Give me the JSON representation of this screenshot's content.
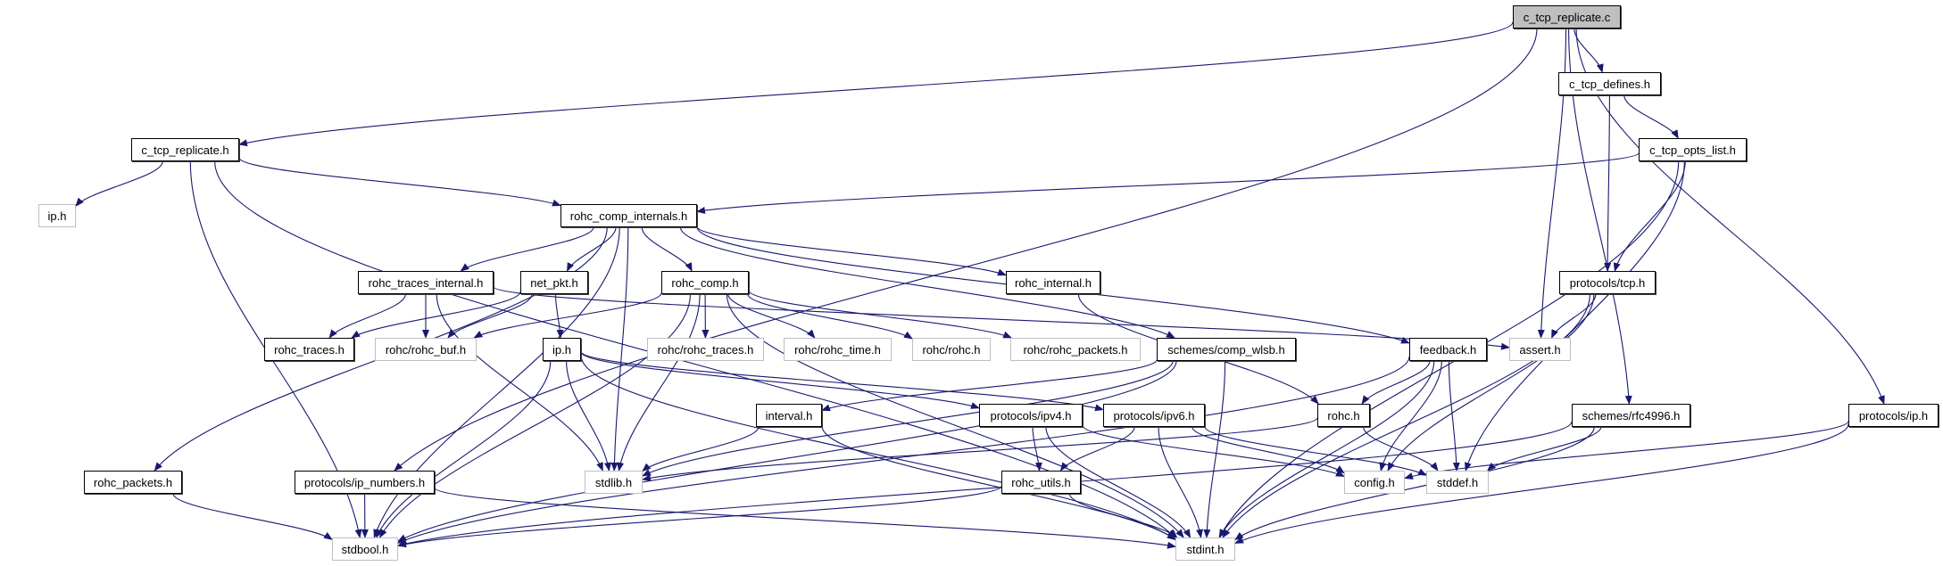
{
  "title": "c_tcp_replicate.c",
  "colors": {
    "edge": "#191970",
    "root_fill": "#bfbfbf",
    "node_border": "#000000",
    "external_border": "#bfbfbf"
  },
  "nodes": [
    {
      "id": "c_tcp_replicate_c",
      "label": "c_tcp_replicate.c",
      "kind": "root"
    },
    {
      "id": "c_tcp_defines_h",
      "label": "c_tcp_defines.h",
      "kind": "documented"
    },
    {
      "id": "c_tcp_replicate_h",
      "label": "c_tcp_replicate.h",
      "kind": "documented"
    },
    {
      "id": "c_tcp_opts_list_h",
      "label": "c_tcp_opts_list.h",
      "kind": "documented"
    },
    {
      "id": "ip_h_ext",
      "label": "ip.h",
      "kind": "external"
    },
    {
      "id": "rohc_comp_internals_h",
      "label": "rohc_comp_internals.h",
      "kind": "documented"
    },
    {
      "id": "protocols_tcp_h",
      "label": "protocols/tcp.h",
      "kind": "documented"
    },
    {
      "id": "rohc_traces_internal_h",
      "label": "rohc_traces_internal.h",
      "kind": "documented"
    },
    {
      "id": "net_pkt_h",
      "label": "net_pkt.h",
      "kind": "documented"
    },
    {
      "id": "rohc_comp_h",
      "label": "rohc_comp.h",
      "kind": "documented"
    },
    {
      "id": "rohc_internal_h",
      "label": "rohc_internal.h",
      "kind": "documented"
    },
    {
      "id": "rohc_traces_h",
      "label": "rohc_traces.h",
      "kind": "documented"
    },
    {
      "id": "rohc_rohc_buf_h",
      "label": "rohc/rohc_buf.h",
      "kind": "external"
    },
    {
      "id": "ip_h",
      "label": "ip.h",
      "kind": "documented"
    },
    {
      "id": "rohc_rohc_traces_h",
      "label": "rohc/rohc_traces.h",
      "kind": "external"
    },
    {
      "id": "rohc_rohc_time_h",
      "label": "rohc/rohc_time.h",
      "kind": "external"
    },
    {
      "id": "rohc_rohc_h",
      "label": "rohc/rohc.h",
      "kind": "external"
    },
    {
      "id": "rohc_rohc_packets_h",
      "label": "rohc/rohc_packets.h",
      "kind": "external"
    },
    {
      "id": "schemes_comp_wlsb_h",
      "label": "schemes/comp_wlsb.h",
      "kind": "documented"
    },
    {
      "id": "feedback_h",
      "label": "feedback.h",
      "kind": "documented"
    },
    {
      "id": "assert_h",
      "label": "assert.h",
      "kind": "external"
    },
    {
      "id": "interval_h",
      "label": "interval.h",
      "kind": "documented"
    },
    {
      "id": "protocols_ipv4_h",
      "label": "protocols/ipv4.h",
      "kind": "documented"
    },
    {
      "id": "protocols_ipv6_h",
      "label": "protocols/ipv6.h",
      "kind": "documented"
    },
    {
      "id": "rohc_h",
      "label": "rohc.h",
      "kind": "documented"
    },
    {
      "id": "schemes_rfc4996_h",
      "label": "schemes/rfc4996.h",
      "kind": "documented"
    },
    {
      "id": "protocols_ip_h",
      "label": "protocols/ip.h",
      "kind": "documented"
    },
    {
      "id": "rohc_packets_h",
      "label": "rohc_packets.h",
      "kind": "documented"
    },
    {
      "id": "protocols_ip_numbers_h",
      "label": "protocols/ip_numbers.h",
      "kind": "documented"
    },
    {
      "id": "stdlib_h",
      "label": "stdlib.h",
      "kind": "external"
    },
    {
      "id": "rohc_utils_h",
      "label": "rohc_utils.h",
      "kind": "documented"
    },
    {
      "id": "config_h",
      "label": "config.h",
      "kind": "external"
    },
    {
      "id": "stddef_h",
      "label": "stddef.h",
      "kind": "external"
    },
    {
      "id": "stdbool_h",
      "label": "stdbool.h",
      "kind": "external"
    },
    {
      "id": "stdint_h",
      "label": "stdint.h",
      "kind": "external"
    }
  ],
  "edges": [
    [
      "c_tcp_replicate_c",
      "c_tcp_replicate_h"
    ],
    [
      "c_tcp_replicate_c",
      "c_tcp_defines_h"
    ],
    [
      "c_tcp_replicate_c",
      "assert_h"
    ],
    [
      "c_tcp_replicate_c",
      "protocols_ip_numbers_h"
    ],
    [
      "c_tcp_replicate_c",
      "schemes_rfc4996_h"
    ],
    [
      "c_tcp_replicate_c",
      "protocols_ip_h"
    ],
    [
      "c_tcp_replicate_h",
      "ip_h_ext"
    ],
    [
      "c_tcp_replicate_h",
      "rohc_comp_internals_h"
    ],
    [
      "c_tcp_replicate_h",
      "stdbool_h"
    ],
    [
      "c_tcp_replicate_h",
      "stdint_h"
    ],
    [
      "c_tcp_defines_h",
      "c_tcp_opts_list_h"
    ],
    [
      "c_tcp_defines_h",
      "protocols_tcp_h"
    ],
    [
      "c_tcp_opts_list_h",
      "rohc_comp_internals_h"
    ],
    [
      "c_tcp_opts_list_h",
      "protocols_tcp_h"
    ],
    [
      "c_tcp_opts_list_h",
      "stddef_h"
    ],
    [
      "c_tcp_opts_list_h",
      "stdint_h"
    ],
    [
      "protocols_tcp_h",
      "assert_h"
    ],
    [
      "protocols_tcp_h",
      "config_h"
    ],
    [
      "protocols_tcp_h",
      "stdint_h"
    ],
    [
      "rohc_comp_internals_h",
      "rohc_traces_internal_h"
    ],
    [
      "rohc_comp_internals_h",
      "net_pkt_h"
    ],
    [
      "rohc_comp_internals_h",
      "rohc_comp_h"
    ],
    [
      "rohc_comp_internals_h",
      "rohc_internal_h"
    ],
    [
      "rohc_comp_internals_h",
      "schemes_comp_wlsb_h"
    ],
    [
      "rohc_comp_internals_h",
      "feedback_h"
    ],
    [
      "rohc_comp_internals_h",
      "rohc_packets_h"
    ],
    [
      "rohc_comp_internals_h",
      "stdlib_h"
    ],
    [
      "rohc_comp_internals_h",
      "stdbool_h"
    ],
    [
      "rohc_traces_internal_h",
      "rohc_traces_h"
    ],
    [
      "rohc_traces_internal_h",
      "rohc_rohc_buf_h"
    ],
    [
      "rohc_traces_internal_h",
      "stdlib_h"
    ],
    [
      "rohc_traces_internal_h",
      "assert_h"
    ],
    [
      "net_pkt_h",
      "rohc_traces_h"
    ],
    [
      "net_pkt_h",
      "rohc_rohc_buf_h"
    ],
    [
      "net_pkt_h",
      "ip_h"
    ],
    [
      "rohc_comp_h",
      "rohc_rohc_buf_h"
    ],
    [
      "rohc_comp_h",
      "rohc_rohc_traces_h"
    ],
    [
      "rohc_comp_h",
      "rohc_rohc_time_h"
    ],
    [
      "rohc_comp_h",
      "rohc_rohc_h"
    ],
    [
      "rohc_comp_h",
      "rohc_rohc_packets_h"
    ],
    [
      "rohc_comp_h",
      "stdlib_h"
    ],
    [
      "rohc_comp_h",
      "stdbool_h"
    ],
    [
      "rohc_comp_h",
      "stdint_h"
    ],
    [
      "rohc_internal_h",
      "rohc_h"
    ],
    [
      "ip_h",
      "protocols_ipv4_h"
    ],
    [
      "ip_h",
      "protocols_ipv6_h"
    ],
    [
      "ip_h",
      "stdlib_h"
    ],
    [
      "ip_h",
      "stdbool_h"
    ],
    [
      "ip_h",
      "stdint_h"
    ],
    [
      "schemes_comp_wlsb_h",
      "interval_h"
    ],
    [
      "schemes_comp_wlsb_h",
      "stdlib_h"
    ],
    [
      "schemes_comp_wlsb_h",
      "stdbool_h"
    ],
    [
      "schemes_comp_wlsb_h",
      "stdint_h"
    ],
    [
      "feedback_h",
      "rohc_h"
    ],
    [
      "feedback_h",
      "config_h"
    ],
    [
      "feedback_h",
      "stddef_h"
    ],
    [
      "feedback_h",
      "stdbool_h"
    ],
    [
      "feedback_h",
      "stdint_h"
    ],
    [
      "interval_h",
      "stdlib_h"
    ],
    [
      "interval_h",
      "stdint_h"
    ],
    [
      "protocols_ipv4_h",
      "rohc_utils_h"
    ],
    [
      "protocols_ipv4_h",
      "config_h"
    ],
    [
      "protocols_ipv4_h",
      "stdint_h"
    ],
    [
      "protocols_ipv6_h",
      "rohc_utils_h"
    ],
    [
      "protocols_ipv6_h",
      "config_h"
    ],
    [
      "protocols_ipv6_h",
      "stddef_h"
    ],
    [
      "protocols_ipv6_h",
      "stdint_h"
    ],
    [
      "rohc_h",
      "stdlib_h"
    ],
    [
      "rohc_h",
      "stddef_h"
    ],
    [
      "schemes_rfc4996_h",
      "stddef_h"
    ],
    [
      "schemes_rfc4996_h",
      "stdbool_h"
    ],
    [
      "schemes_rfc4996_h",
      "stdint_h"
    ],
    [
      "protocols_ip_h",
      "config_h"
    ],
    [
      "protocols_ip_h",
      "stdint_h"
    ],
    [
      "rohc_packets_h",
      "stdbool_h"
    ],
    [
      "protocols_ip_numbers_h",
      "stdbool_h"
    ],
    [
      "protocols_ip_numbers_h",
      "stdint_h"
    ],
    [
      "rohc_utils_h",
      "stdbool_h"
    ],
    [
      "rohc_utils_h",
      "stdint_h"
    ]
  ]
}
